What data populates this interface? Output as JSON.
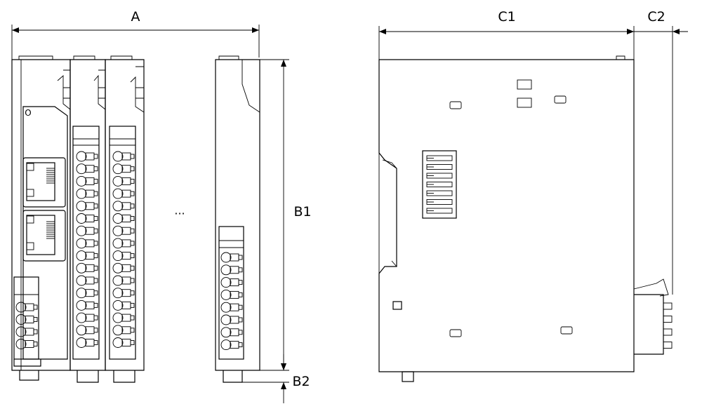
{
  "dimensions": {
    "width_label": "A",
    "height_label": "B1",
    "foot_label": "B2",
    "depth_label": "C1",
    "connector_depth_label": "C2"
  },
  "front_view": {
    "ellipsis": "...",
    "coupler_marking": "O"
  }
}
